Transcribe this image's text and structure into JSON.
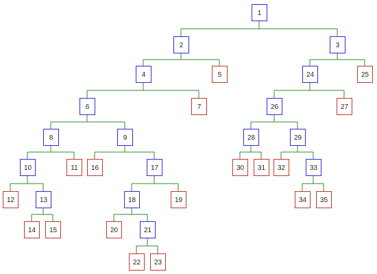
{
  "colors": {
    "internal_border": "#2c2cd6",
    "leaf_border": "#c0392b",
    "edge": "#2e8b2e"
  },
  "nodes": [
    {
      "id": "1",
      "kind": "internal",
      "children": [
        "2",
        "3"
      ]
    },
    {
      "id": "2",
      "kind": "internal",
      "children": [
        "4",
        "5"
      ]
    },
    {
      "id": "3",
      "kind": "internal",
      "children": [
        "24",
        "25"
      ]
    },
    {
      "id": "4",
      "kind": "internal",
      "children": [
        "6",
        "7"
      ]
    },
    {
      "id": "5",
      "kind": "leaf",
      "children": []
    },
    {
      "id": "24",
      "kind": "internal",
      "children": [
        "26",
        "27"
      ]
    },
    {
      "id": "25",
      "kind": "leaf",
      "children": []
    },
    {
      "id": "6",
      "kind": "internal",
      "children": [
        "8",
        "9"
      ]
    },
    {
      "id": "7",
      "kind": "leaf",
      "children": []
    },
    {
      "id": "26",
      "kind": "internal",
      "children": [
        "28",
        "29"
      ]
    },
    {
      "id": "27",
      "kind": "leaf",
      "children": []
    },
    {
      "id": "8",
      "kind": "internal",
      "children": [
        "10",
        "11"
      ]
    },
    {
      "id": "9",
      "kind": "internal",
      "children": [
        "16",
        "17"
      ]
    },
    {
      "id": "28",
      "kind": "internal",
      "children": [
        "30",
        "31"
      ]
    },
    {
      "id": "29",
      "kind": "internal",
      "children": [
        "32",
        "33"
      ]
    },
    {
      "id": "10",
      "kind": "internal",
      "children": [
        "12",
        "13"
      ]
    },
    {
      "id": "11",
      "kind": "leaf",
      "children": []
    },
    {
      "id": "16",
      "kind": "leaf",
      "children": []
    },
    {
      "id": "17",
      "kind": "internal",
      "children": [
        "18",
        "19"
      ]
    },
    {
      "id": "30",
      "kind": "leaf",
      "children": []
    },
    {
      "id": "31",
      "kind": "leaf",
      "children": []
    },
    {
      "id": "32",
      "kind": "leaf",
      "children": []
    },
    {
      "id": "33",
      "kind": "internal",
      "children": [
        "34",
        "35"
      ]
    },
    {
      "id": "12",
      "kind": "leaf",
      "children": []
    },
    {
      "id": "13",
      "kind": "internal",
      "children": [
        "14",
        "15"
      ]
    },
    {
      "id": "18",
      "kind": "internal",
      "children": [
        "20",
        "21"
      ]
    },
    {
      "id": "19",
      "kind": "leaf",
      "children": []
    },
    {
      "id": "34",
      "kind": "leaf",
      "children": []
    },
    {
      "id": "35",
      "kind": "leaf",
      "children": []
    },
    {
      "id": "14",
      "kind": "leaf",
      "children": []
    },
    {
      "id": "15",
      "kind": "leaf",
      "children": []
    },
    {
      "id": "20",
      "kind": "leaf",
      "children": []
    },
    {
      "id": "21",
      "kind": "internal",
      "children": [
        "22",
        "23"
      ]
    },
    {
      "id": "22",
      "kind": "leaf",
      "children": []
    },
    {
      "id": "23",
      "kind": "leaf",
      "children": []
    }
  ]
}
